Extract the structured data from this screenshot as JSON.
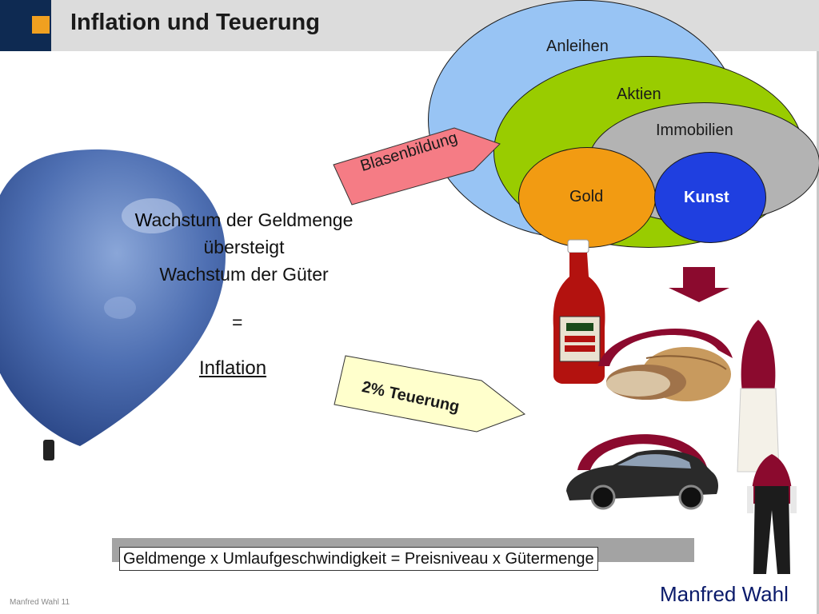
{
  "slide": {
    "title": "Inflation und Teuerung",
    "footer_left": "Manfred Wahl 11",
    "brand": "Manfred Wahl"
  },
  "bubbles": {
    "anleihen": "Anleihen",
    "aktien": "Aktien",
    "immobilien": "Immobilien",
    "gold": "Gold",
    "kunst": "Kunst",
    "arrow_label": "Blasenbildung"
  },
  "center": {
    "line1_first": "W",
    "line1_rest": "achstum der Geldmenge",
    "line2": "übersteigt",
    "line3": "Wachstum der Güter",
    "equals": "=",
    "inflation": "Inflation"
  },
  "teuerung": {
    "label": "2% Teuerung"
  },
  "formula": {
    "text": "Geldmenge x Umlaufgeschwindigkeit = Preisniveau x Gütermenge"
  },
  "colors": {
    "header_bg": "#dcdcdc",
    "logo_navy": "#0e2a52",
    "logo_orange": "#f0a020",
    "anleihen": "#98c4f4",
    "aktien": "#99cc00",
    "immobilien": "#b3b3b3",
    "gold": "#f29b12",
    "kunst": "#1f3fe0",
    "blasen_arrow": "#f57c85",
    "teuerung_arrow": "#ffffcc",
    "maroon": "#8b0a2e",
    "brand_text": "#0a1a6a"
  },
  "icons": {
    "balloon": "balloon-image",
    "ketchup": "ketchup-bottle-image",
    "bread": "bread-image",
    "milk": "milk-glass-image",
    "car": "car-image",
    "trousers": "trousers-image",
    "down_arrow": "down-arrow-icon"
  }
}
